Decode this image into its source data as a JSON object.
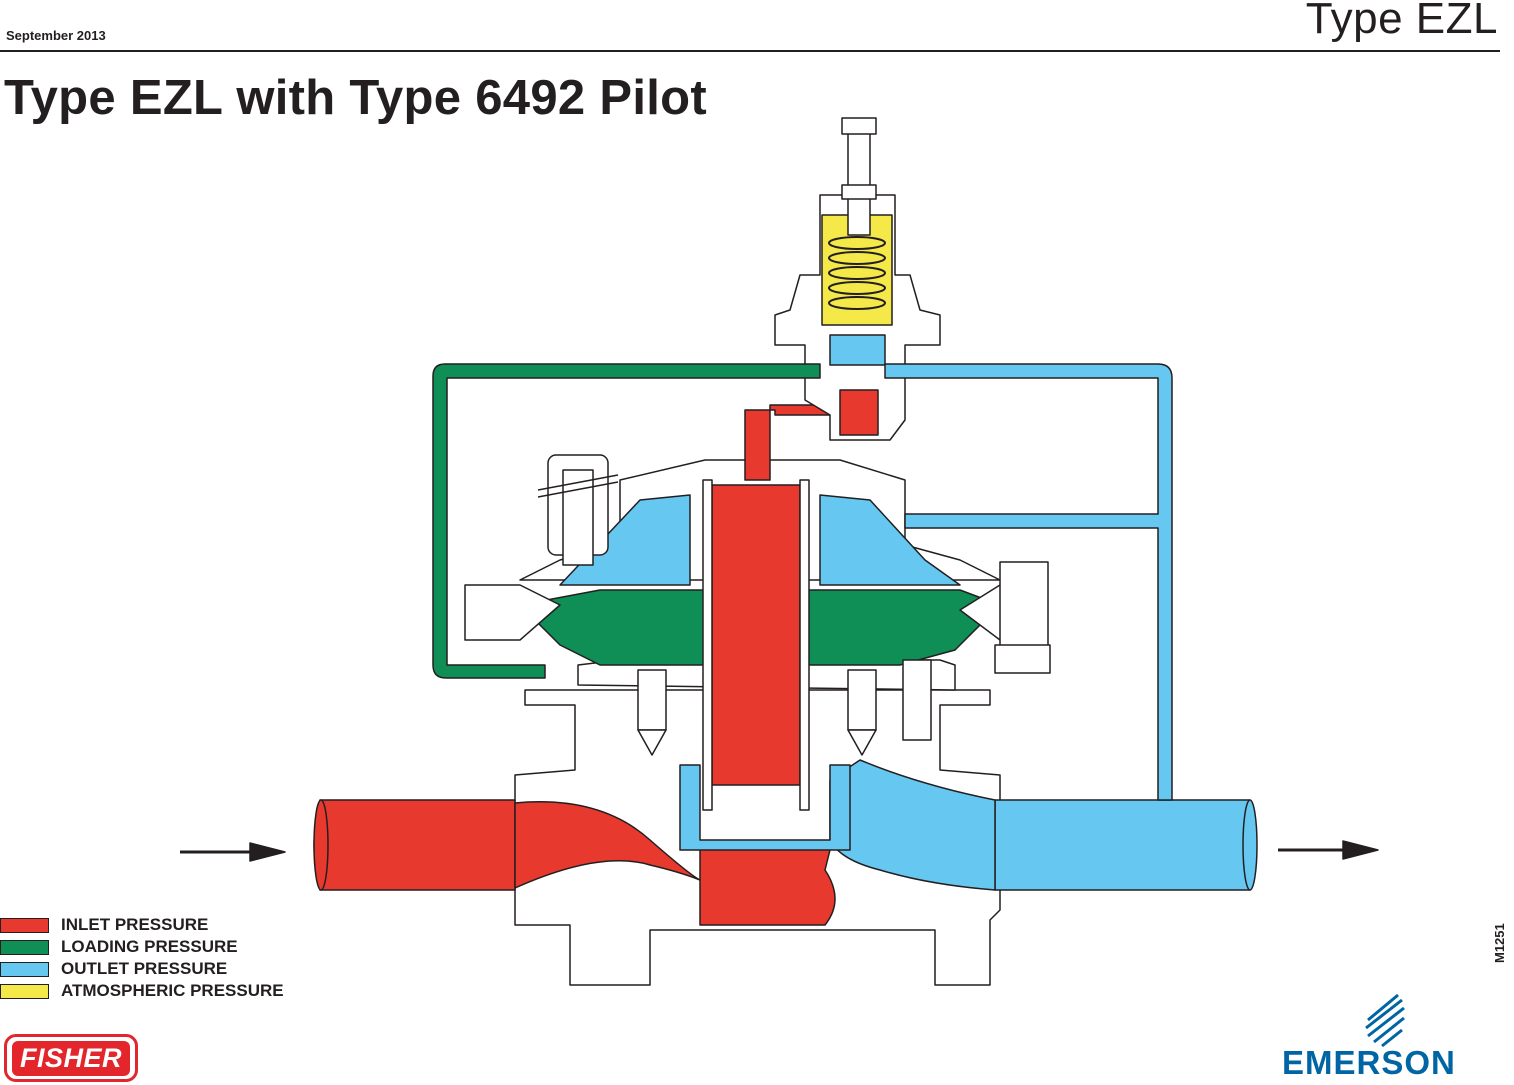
{
  "header": {
    "date": "September 2013",
    "doc_type": "Type EZL"
  },
  "title": "Type EZL with Type 6492 Pilot",
  "colors": {
    "inlet": "#e8392f",
    "loading": "#0f8f55",
    "outlet": "#66c8f1",
    "atmospheric": "#f5e94a",
    "body": "#ffffff",
    "outline": "#231f20",
    "fisher_red": "#e3262b",
    "emerson_blue": "#0065a4"
  },
  "legend": [
    {
      "label": "INLET PRESSURE",
      "color": "#e8392f"
    },
    {
      "label": "LOADING PRESSURE",
      "color": "#0f8f55"
    },
    {
      "label": "OUTLET PRESSURE",
      "color": "#66c8f1"
    },
    {
      "label": "ATMOSPHERIC PRESSURE",
      "color": "#f5e94a"
    }
  ],
  "drawing_code": "M1251",
  "logos": {
    "fisher": "FISHER",
    "emerson": "EMERSON"
  }
}
